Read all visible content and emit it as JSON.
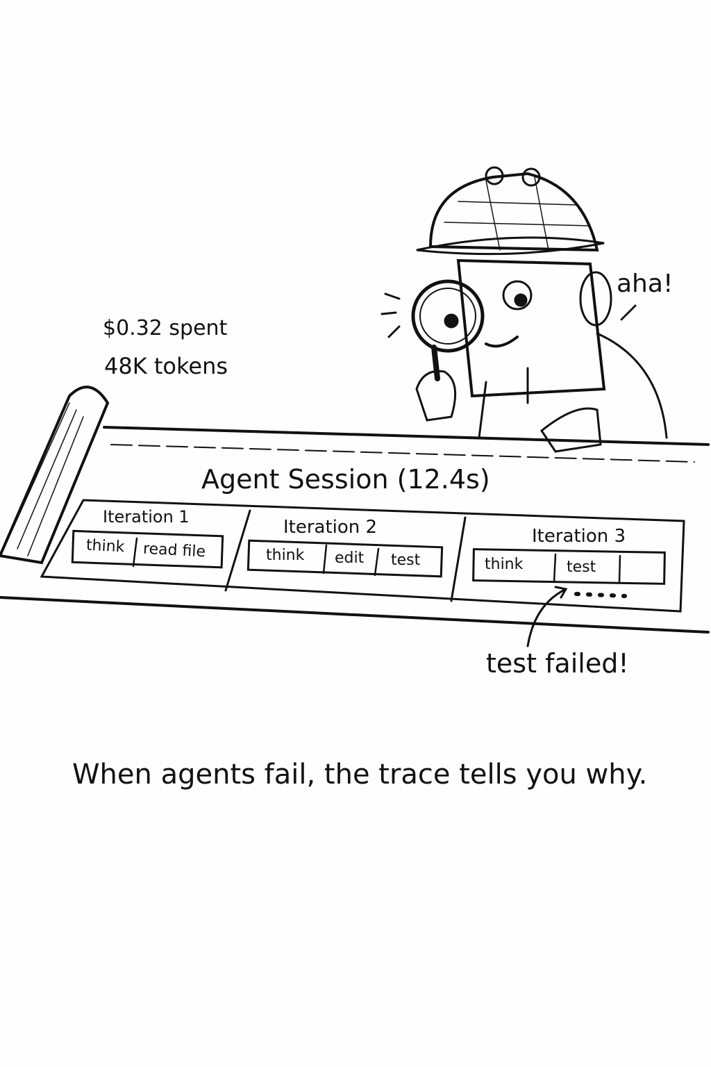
{
  "stats": {
    "cost": "$0.32 spent",
    "tokens": "48K tokens"
  },
  "exclamation": "aha!",
  "session": {
    "title": "Agent Session (12.4s)",
    "iterations": [
      {
        "label": "Iteration 1",
        "steps": [
          "think",
          "read file"
        ]
      },
      {
        "label": "Iteration 2",
        "steps": [
          "think",
          "edit",
          "test"
        ]
      },
      {
        "label": "Iteration 3",
        "steps": [
          "think",
          "test"
        ]
      }
    ]
  },
  "annotation": "test failed!",
  "caption": "When agents fail, the trace tells you why.",
  "colors": {
    "ink": "#111111",
    "paper": "#fefefe"
  }
}
